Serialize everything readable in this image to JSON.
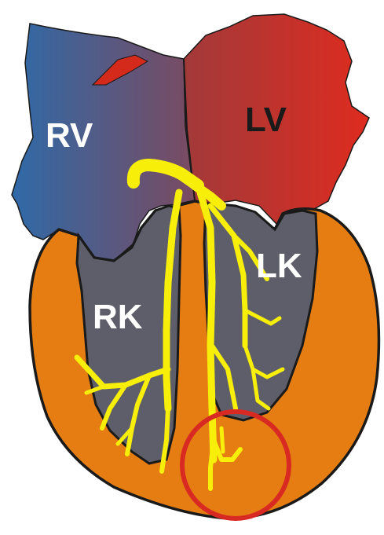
{
  "labels": {
    "rv": "RV",
    "lv": "LV",
    "rk": "RK",
    "lk": "LK"
  },
  "colors": {
    "outline": "#1a1a1a",
    "myocardium": "#e57d12",
    "ventricle_cavity": "#5e5e6a",
    "right_atrium_start": "#2f6aa8",
    "right_atrium_end": "#7b4a60",
    "left_atrium_start": "#a23a3a",
    "left_atrium_end": "#de2b1f",
    "conduction_system": "#f7ee0a",
    "highlight_circle": "#d82a22"
  }
}
